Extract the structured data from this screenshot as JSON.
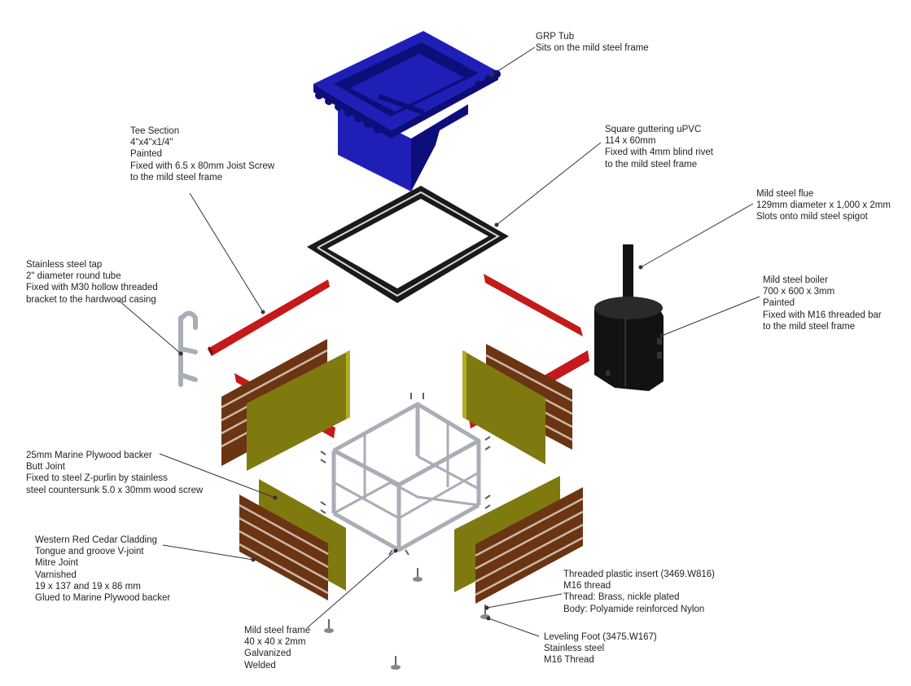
{
  "colors": {
    "tub": "#1f1fb8",
    "tub_dark": "#0e0e7a",
    "tee": "#c41a1a",
    "tee_dark": "#7e0c0c",
    "cedar": "#6b3413",
    "cedar_stripe": "#c9b9a6",
    "plywood": "#7f7a10",
    "plywood_light": "#b4ab2a",
    "frame": "#a9adb6",
    "frame_dark": "#5d6069",
    "boiler": "#121212",
    "gutter": "#1a1a1a",
    "gutter_light": "#d9d9d9",
    "leader": "#333333"
  },
  "labels": {
    "grp_tub": [
      "GRP Tub",
      "Sits on the mild steel frame"
    ],
    "tee_section": [
      "Tee Section",
      "4\"x4\"x1/4\"",
      "Painted",
      "Fixed with 6.5 x 80mm Joist Screw",
      "to the mild steel frame"
    ],
    "square_guttering": [
      "Square guttering uPVC",
      "114 x 60mm",
      "Fixed with 4mm blind rivet",
      "to the mild steel frame"
    ],
    "flue": [
      "Mild steel flue",
      "129mm diameter x 1,000 x 2mm",
      "Slots onto mild steel spigot"
    ],
    "tap": [
      "Stainless steel tap",
      "2\" diameter round tube",
      "Fixed with M30 hollow threaded",
      "bracket to the hardwood casing"
    ],
    "boiler": [
      "Mild steel boiler",
      "700 x 600 x 3mm",
      "Painted",
      "Fixed with M16 threaded bar",
      "to the mild steel frame"
    ],
    "plywood": [
      "25mm Marine Plywood backer",
      "Butt Joint",
      "Fixed to steel Z-purlin by stainless",
      "steel countersunk 5.0 x 30mm wood screw"
    ],
    "cedar": [
      "Western Red Cedar Cladding",
      "Tongue and groove V-joint",
      "Mitre Joint",
      "Varnished",
      "19 x 137 and 19 x 86 mm",
      "Glued to Marine Plywood backer"
    ],
    "insert": [
      "Threaded plastic insert (3469.W816)",
      "M16 thread",
      "Thread: Brass, nickle plated",
      "Body: Polyamide reinforced Nylon"
    ],
    "frame": [
      "Mild steel frame",
      "40 x 40 x 2mm",
      "Galvanized",
      "Welded"
    ],
    "foot": [
      "Leveling Foot (3475.W167)",
      "Stainless steel",
      "M16 Thread"
    ]
  }
}
